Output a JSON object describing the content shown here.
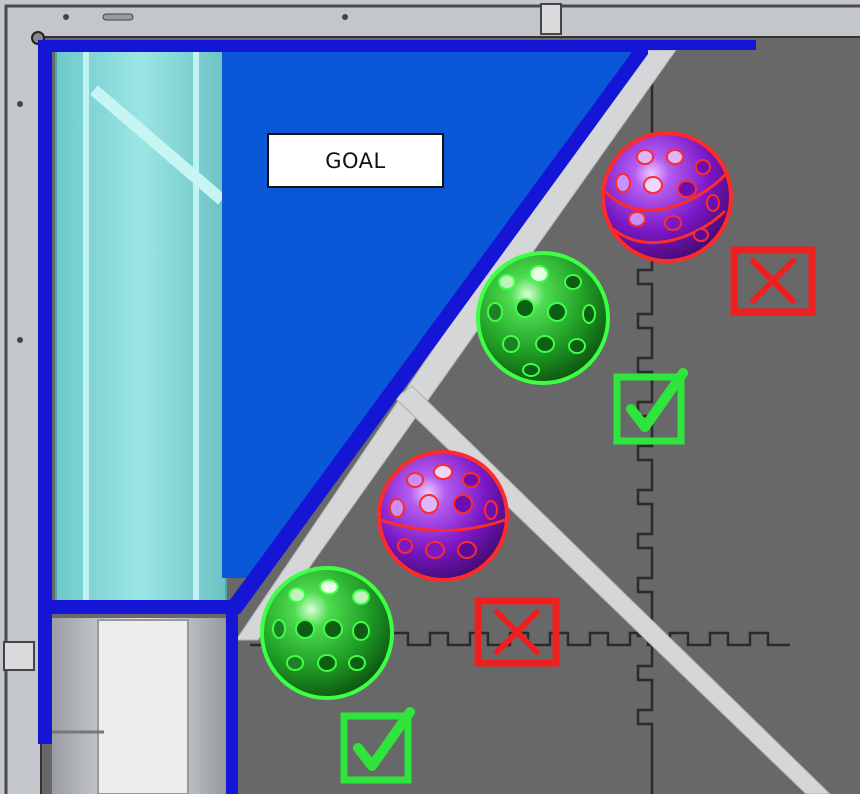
{
  "goal": {
    "label": "GOAL"
  },
  "colors": {
    "floor": "#6a6a6a",
    "wall": "#c9ccd0",
    "goal_fill": "#0a58d8",
    "goal_rim": "#1515d6",
    "chute": "#7fd8d8",
    "accept": "#2ee63b",
    "reject": "#ee1f1f",
    "purple_ball": "#8a1ed0",
    "green_ball": "#25b52c"
  },
  "balls": [
    {
      "color": "purple",
      "status": "reject"
    },
    {
      "color": "green",
      "status": "accept"
    },
    {
      "color": "purple",
      "status": "reject"
    },
    {
      "color": "green",
      "status": "accept"
    }
  ],
  "icons": {
    "accept": "check-mark-icon",
    "reject": "x-mark-icon"
  }
}
